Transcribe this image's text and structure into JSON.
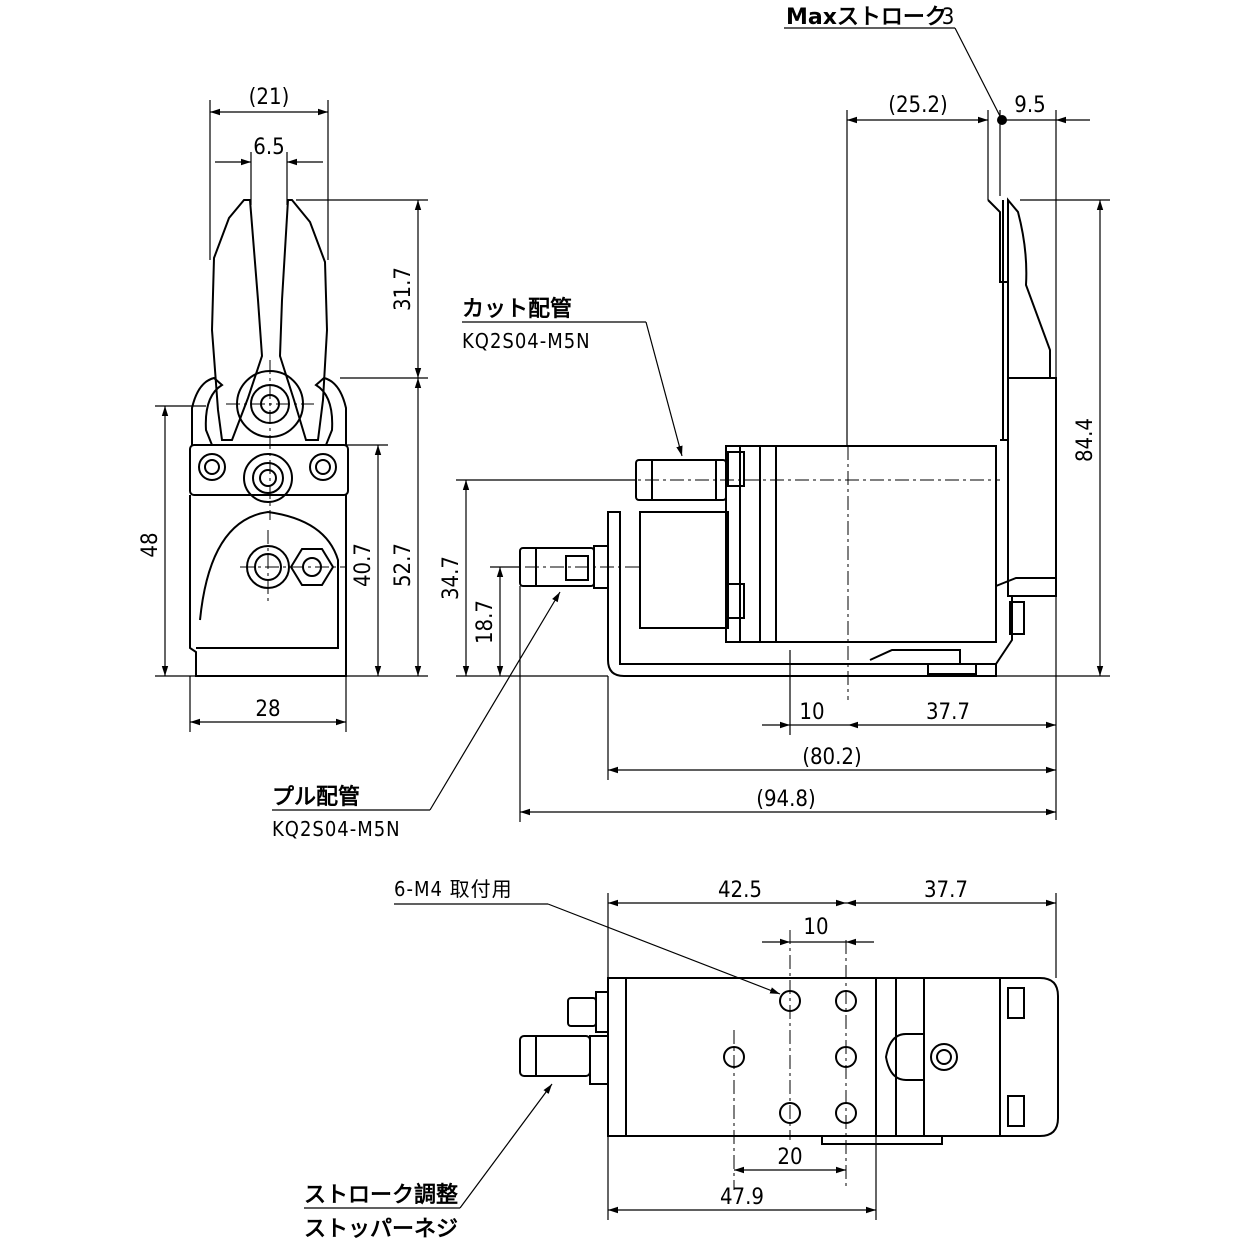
{
  "labels": {
    "max_stroke": "Maxストローク",
    "max_stroke_value": "3",
    "cut_pipe": "カット配管",
    "cut_pipe_part": "KQ2S04-M5N",
    "pull_pipe": "プル配管",
    "pull_pipe_part": "KQ2S04-M5N",
    "mount_holes": "6-M4 取付用",
    "stroke_adjust_1": "ストローク調整",
    "stroke_adjust_2": "ストッパーネジ"
  },
  "front_view": {
    "dim_21": "(21)",
    "dim_6_5": "6.5",
    "dim_31_7": "31.7",
    "dim_48": "48",
    "dim_40_7": "40.7",
    "dim_52_7": "52.7",
    "dim_28": "28"
  },
  "side_view": {
    "dim_25_2": "(25.2)",
    "dim_9_5": "9.5",
    "dim_84_4": "84.4",
    "dim_34_7": "34.7",
    "dim_18_7": "18.7",
    "dim_10": "10",
    "dim_37_7": "37.7",
    "dim_80_2": "(80.2)",
    "dim_94_8": "(94.8)"
  },
  "bottom_view": {
    "dim_42_5": "42.5",
    "dim_37_7": "37.7",
    "dim_10": "10",
    "dim_20": "20",
    "dim_47_9": "47.9"
  }
}
